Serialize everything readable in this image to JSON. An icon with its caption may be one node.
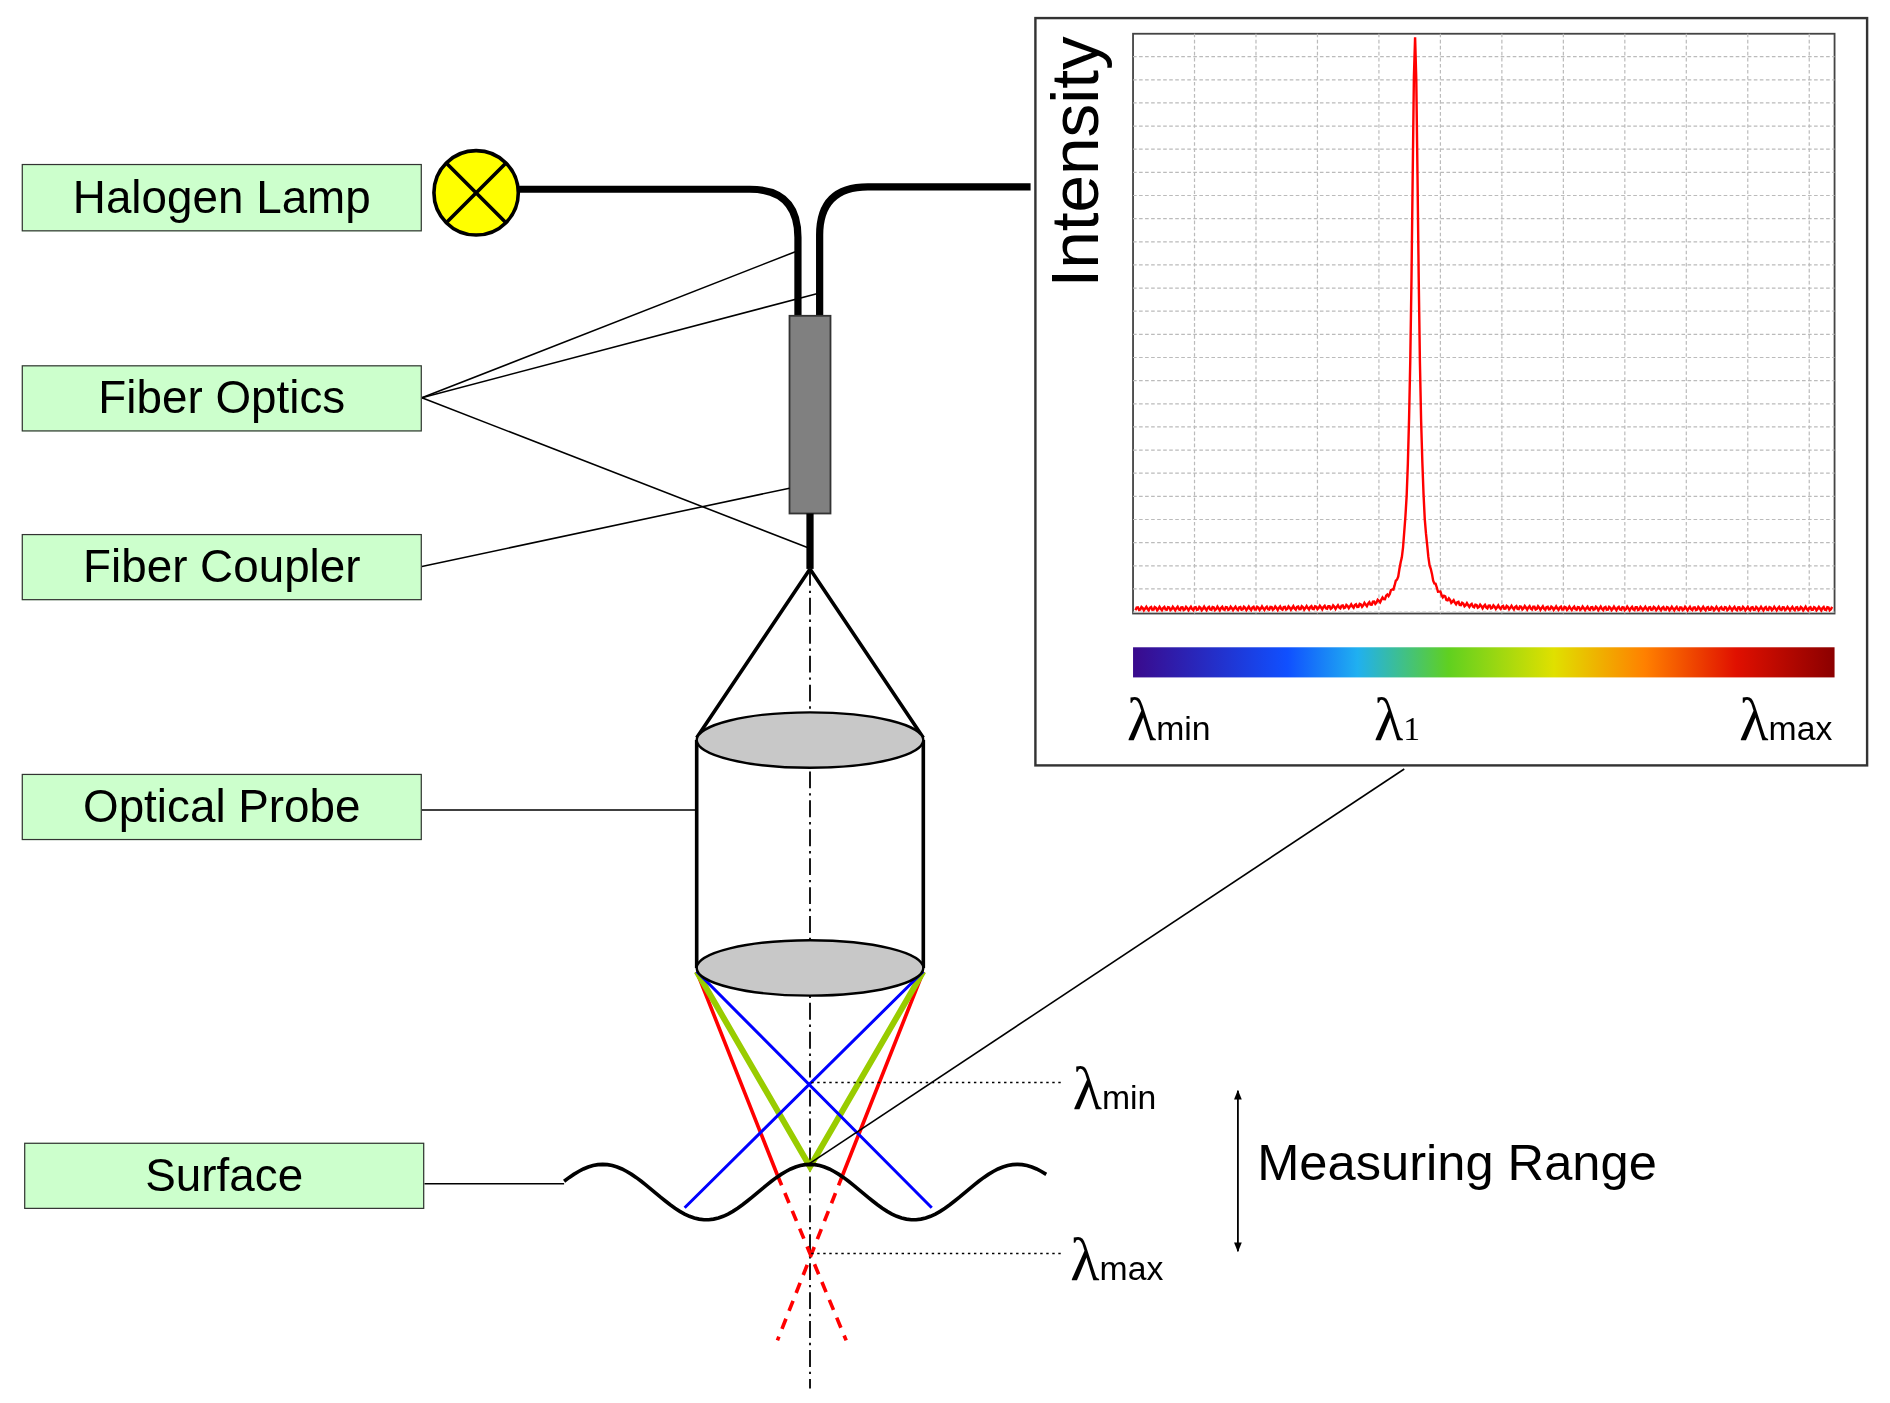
{
  "diagram": {
    "nodes": [
      {
        "text": [
          "Halogen Lamp"
        ]
      },
      {
        "text": [],
        "shape": "circle"
      },
      {
        "text": [
          "Fiber Optics"
        ]
      },
      {
        "text": [
          "Fiber Coupler"
        ]
      },
      {
        "text": [
          "Optical Probe"
        ]
      },
      {
        "text": [
          "Surface"
        ]
      },
      {
        "text": [],
        "shape": "line"
      },
      {
        "text": [],
        "shape": "line"
      },
      {
        "text": [],
        "shape": "bar"
      },
      {
        "text": [],
        "shape": "line"
      },
      {
        "text": [],
        "shape": "cylinder"
      },
      {
        "text": [],
        "shape": "curve"
      },
      {
        "text": [
          "Intensity"
        ]
      },
      {
        "text": [
          "λ$_{1}$"
        ],
        "in": 12
      },
      {
        "text": [
          "λ$_{min}$"
        ]
      },
      {
        "text": [
          "λ$_{max}$"
        ]
      }
    ],
    "edges": [
      {
        "from": 2,
        "to": 6,
        "arrow": "none"
      },
      {
        "from": 2,
        "to": 7,
        "arrow": "none"
      },
      {
        "from": 2,
        "to": 9,
        "arrow": "none"
      },
      {
        "from": 3,
        "to": 8,
        "arrow": "none"
      },
      {
        "from": 4,
        "to": 10,
        "arrow": "none"
      },
      {
        "from": 5,
        "to": 11,
        "arrow": "none"
      },
      {
        "from": 13,
        "to": 11,
        "arrow": "none"
      },
      {
        "from": 14,
        "to": null,
        "arrow": "none",
        "style": "dashed"
      },
      {
        "from": 15,
        "to": null,
        "arrow": "none",
        "style": "dashed"
      }
    ],
    "labels": [
      "λ$_{min}$",
      "λ$_{max}$",
      "Measuring Range"
    ]
  }
}
